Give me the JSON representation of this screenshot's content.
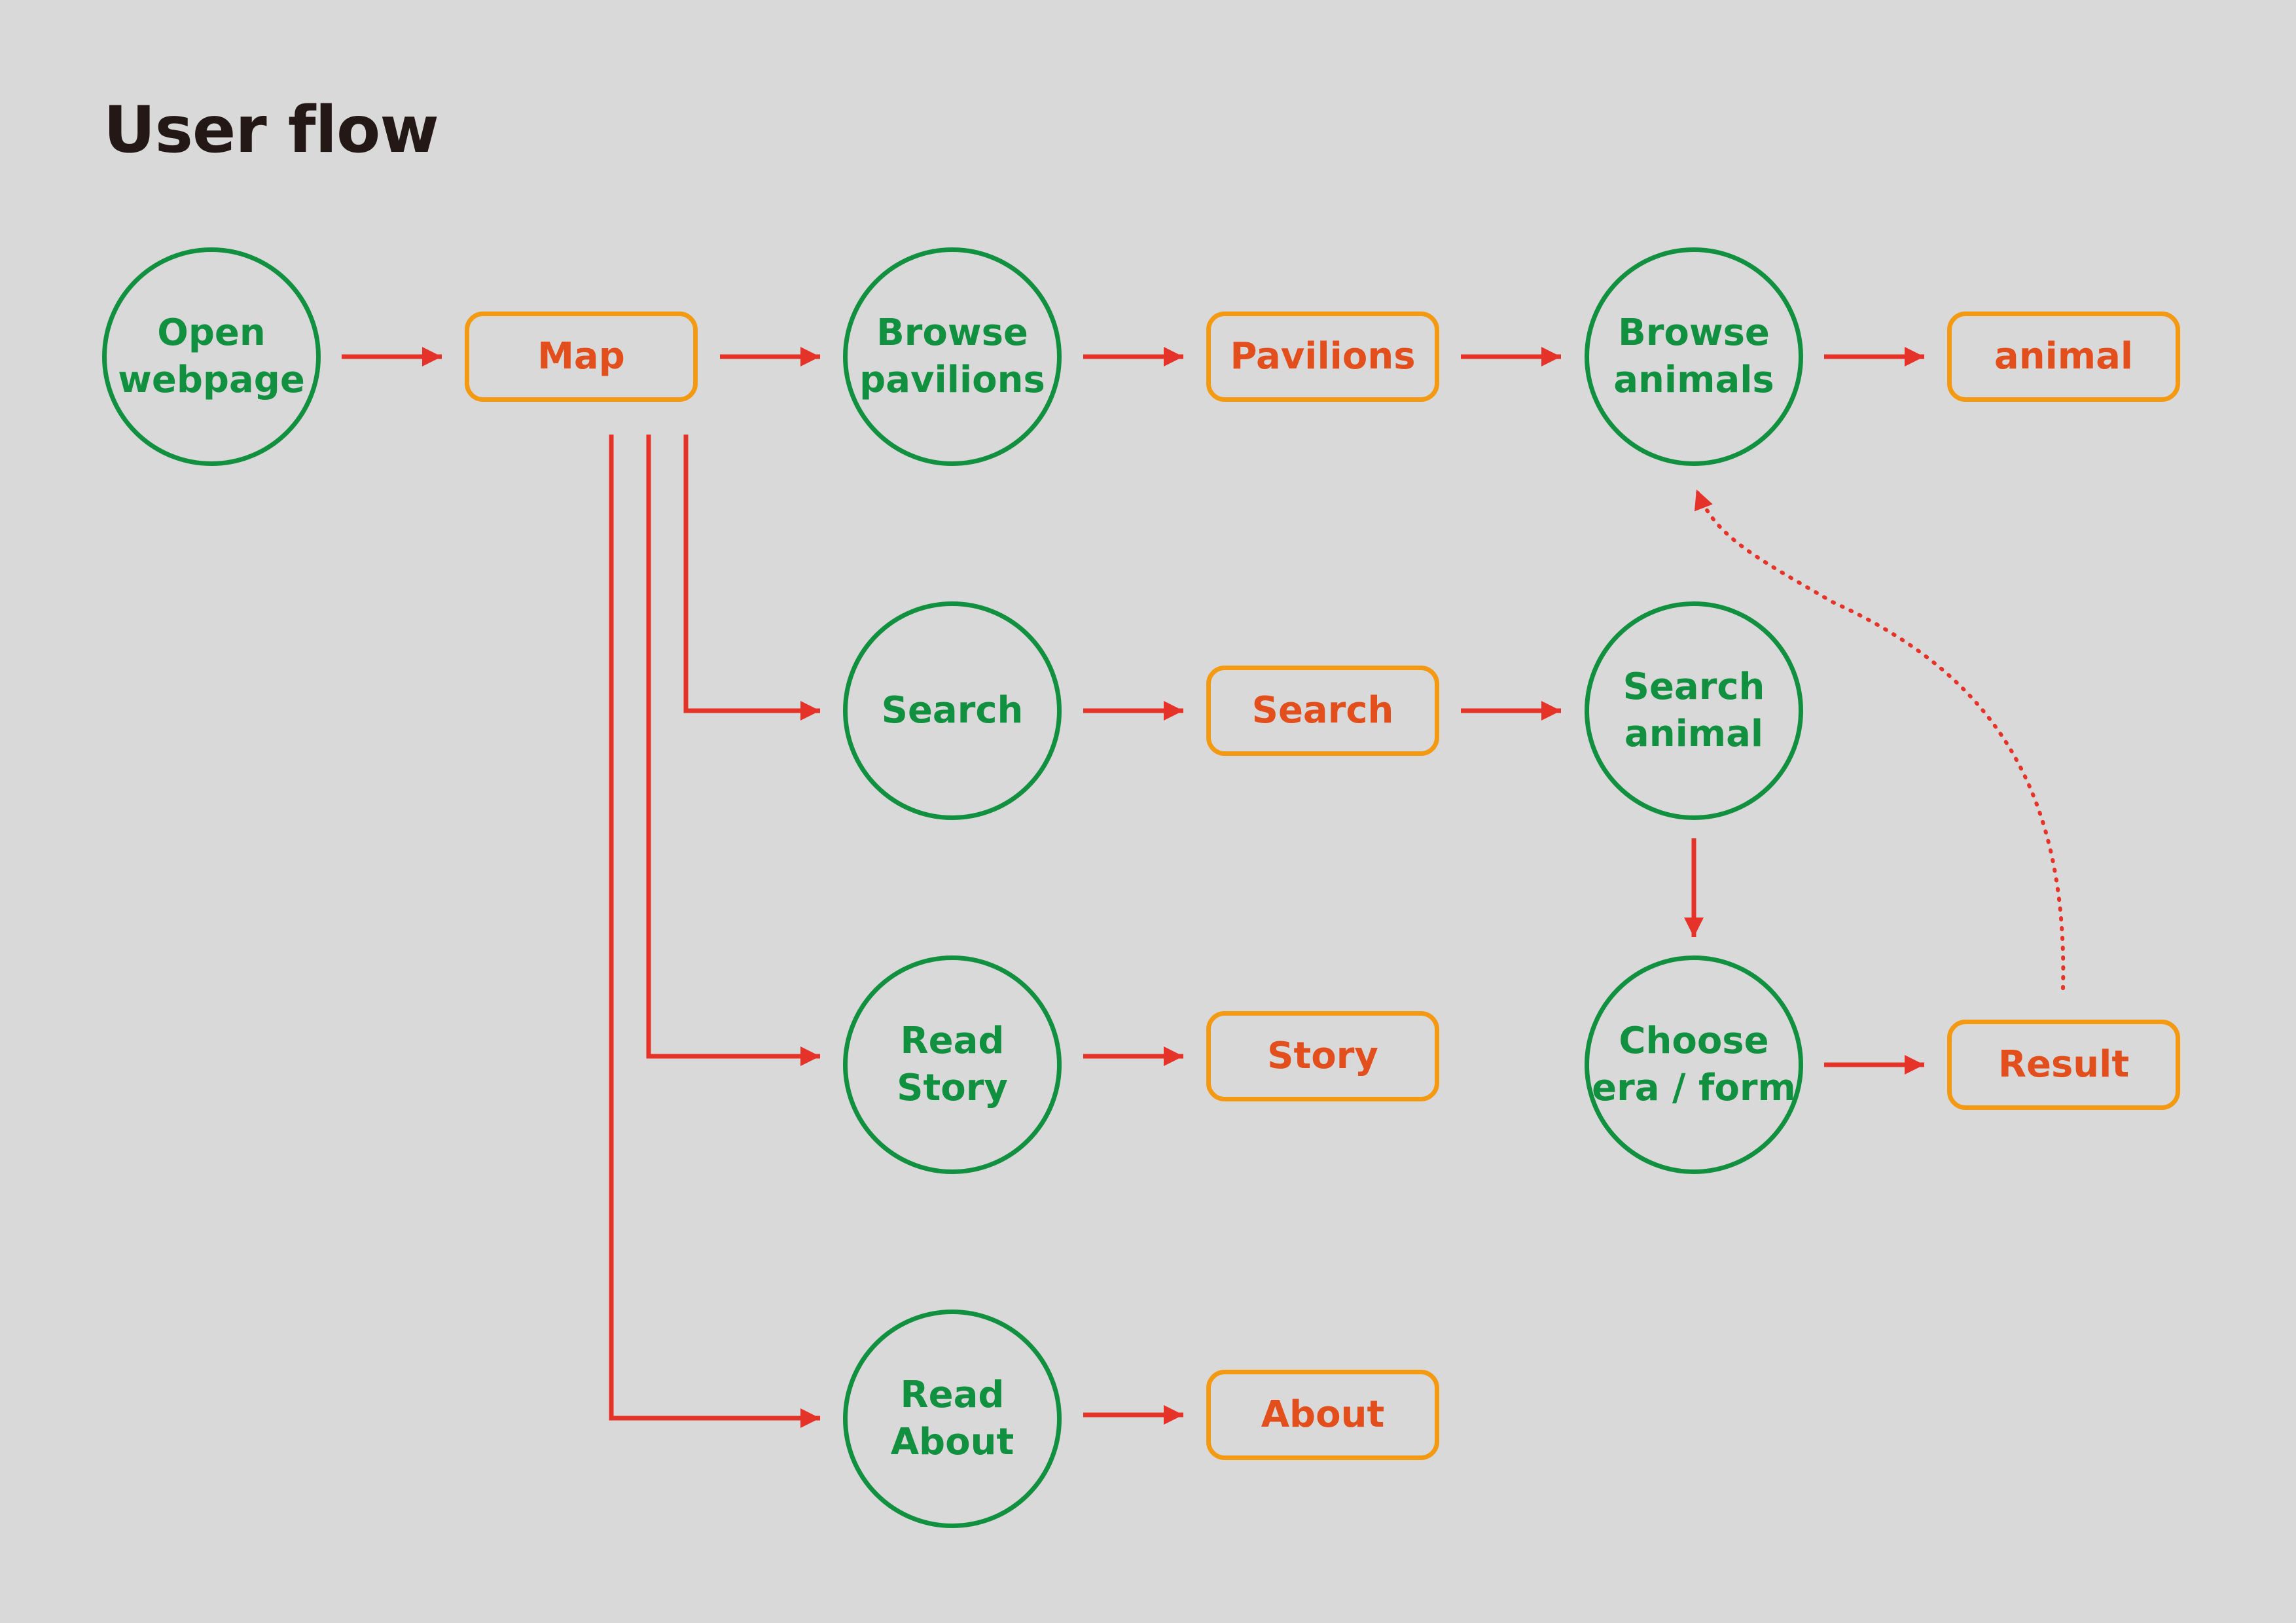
{
  "title": "User flow",
  "colors": {
    "background": "#d9d9d9",
    "step_stroke": "#119040",
    "screen_stroke": "#f39a12",
    "screen_text": "#e24f1d",
    "arrow": "#e53329"
  },
  "nodes": {
    "open_webpage": {
      "kind": "step",
      "label": "Open\nwebpage"
    },
    "map": {
      "kind": "screen",
      "label": "Map"
    },
    "browse_pavilions": {
      "kind": "step",
      "label": "Browse\npavilions"
    },
    "pavilions": {
      "kind": "screen",
      "label": "Pavilions"
    },
    "browse_animals": {
      "kind": "step",
      "label": "Browse\nanimals"
    },
    "animal": {
      "kind": "screen",
      "label": "animal"
    },
    "search_step": {
      "kind": "step",
      "label": "Search"
    },
    "search_screen": {
      "kind": "screen",
      "label": "Search"
    },
    "search_animal": {
      "kind": "step",
      "label": "Search\nanimal"
    },
    "read_story": {
      "kind": "step",
      "label": "Read\nStory"
    },
    "story": {
      "kind": "screen",
      "label": "Story"
    },
    "choose_era_form": {
      "kind": "step",
      "label": "Choose\nera / form"
    },
    "result": {
      "kind": "screen",
      "label": "Result"
    },
    "read_about": {
      "kind": "step",
      "label": "Read\nAbout"
    },
    "about": {
      "kind": "screen",
      "label": "About"
    }
  },
  "edges": [
    {
      "from": "open_webpage",
      "to": "map"
    },
    {
      "from": "map",
      "to": "browse_pavilions"
    },
    {
      "from": "browse_pavilions",
      "to": "pavilions"
    },
    {
      "from": "pavilions",
      "to": "browse_animals"
    },
    {
      "from": "browse_animals",
      "to": "animal"
    },
    {
      "from": "map",
      "to": "search_step"
    },
    {
      "from": "search_step",
      "to": "search_screen"
    },
    {
      "from": "search_screen",
      "to": "search_animal"
    },
    {
      "from": "search_animal",
      "to": "choose_era_form"
    },
    {
      "from": "map",
      "to": "read_story"
    },
    {
      "from": "read_story",
      "to": "story"
    },
    {
      "from": "choose_era_form",
      "to": "result"
    },
    {
      "from": "map",
      "to": "read_about"
    },
    {
      "from": "read_about",
      "to": "about"
    },
    {
      "from": "result",
      "to": "browse_animals",
      "style": "dotted"
    }
  ]
}
